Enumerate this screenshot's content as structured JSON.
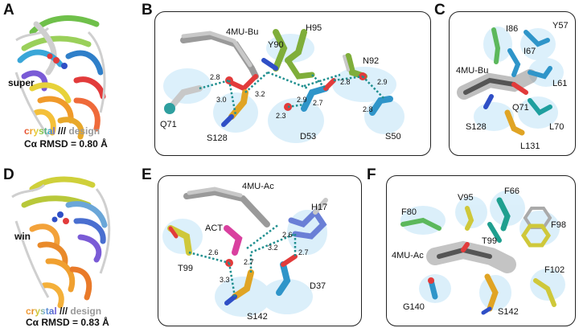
{
  "panel_letters": {
    "A": "A",
    "B": "B",
    "C": "C",
    "D": "D",
    "E": "E",
    "F": "F"
  },
  "top": {
    "variant_label": "super",
    "legend": {
      "crystal": "crystal",
      "sep": " /// ",
      "design": "design"
    },
    "rmsd": "Cα RMSD = 0.80 Å"
  },
  "bottom": {
    "variant_label": "win",
    "legend": {
      "crystal": "crystal",
      "sep": " /// ",
      "design": "design"
    },
    "rmsd": "Cα RMSD = 0.83 Å"
  },
  "panel_B": {
    "labels": {
      "ligand": "4MU-Bu",
      "Y90": "Y90",
      "H95": "H95",
      "N92": "N92",
      "Q71": "Q71",
      "S128": "S128",
      "D53": "D53",
      "S50": "S50"
    },
    "distances": [
      "2.8",
      "3.0",
      "3.2",
      "2.9",
      "2.7",
      "2.8",
      "2.9",
      "2.3",
      "2.8"
    ]
  },
  "panel_C": {
    "labels": {
      "I86": "I86",
      "Y57": "Y57",
      "I67": "I67",
      "L61": "L61",
      "ligand": "4MU-Bu",
      "Q71": "Q71",
      "L70": "L70",
      "S128": "S128",
      "L131": "L131"
    }
  },
  "panel_E": {
    "labels": {
      "ligand": "4MU-Ac",
      "ACT": "ACT",
      "H17": "H17",
      "T99": "T99",
      "D37": "D37",
      "S142": "S142"
    },
    "distances": [
      "2.6",
      "3.3",
      "2.7",
      "3.2",
      "2.6",
      "2.7"
    ]
  },
  "panel_F": {
    "labels": {
      "F80": "F80",
      "V95": "V95",
      "F66": "F66",
      "F98": "F98",
      "T99": "T99",
      "ligand": "4MU-Ac",
      "F102": "F102",
      "G140": "G140",
      "S142": "S142"
    }
  },
  "colors": {
    "crystal_red": "#e8463a",
    "crystal_orange": "#f0a030",
    "crystal_green": "#5cb85c",
    "crystal_blue": "#3a7fd5",
    "crystal_purple": "#8a5fc9",
    "design_grey": "#9a9a9a",
    "ligand_grey": "#7a7a7a",
    "carbon_green": "#7fae3a",
    "carbon_blue": "#2f95c9",
    "oxygen": "#e23b3b",
    "nitrogen": "#2f4fc6",
    "teal_bond": "#1f8f8f",
    "mesh": "#9fd0ee",
    "gold": "#e0a424",
    "magenta": "#d9409f",
    "ramp_a": [
      "#e23b3b",
      "#f09a2a",
      "#e7d23a",
      "#6fc04a",
      "#3aa6d8",
      "#7a5bd6"
    ],
    "ramp_d": [
      "#f3a23a",
      "#e98a2a",
      "#cfd03a",
      "#6aa6d8",
      "#4a6fd0",
      "#7a5bd6"
    ]
  }
}
